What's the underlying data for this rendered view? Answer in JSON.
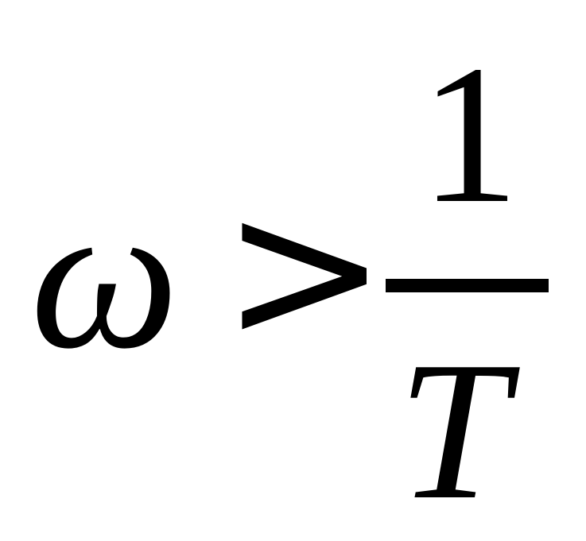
{
  "formula": {
    "lhs": "ω",
    "relation": ">",
    "numerator": "1",
    "denominator": "T"
  }
}
